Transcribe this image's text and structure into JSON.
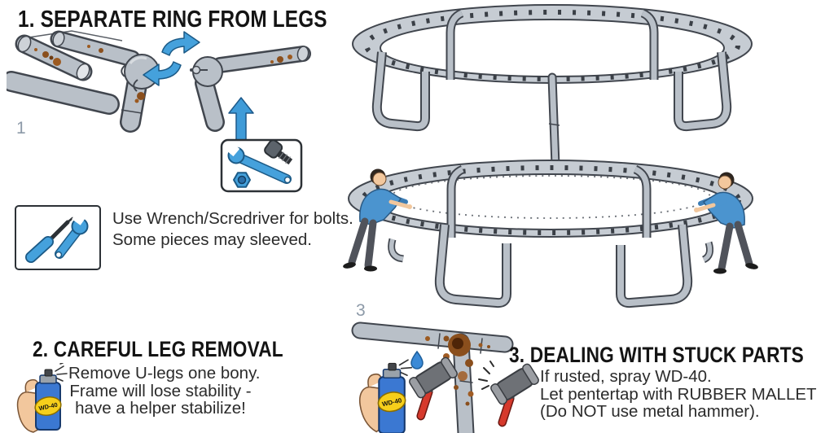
{
  "colors": {
    "accent_blue": "#45a1dc",
    "steel_fill": "#b9c0c8",
    "steel_outline": "#41464e",
    "rust_brown": "#8a4f1d",
    "figure_label_gray": "#8d9aa8",
    "wd40_can_blue": "#3b78d2",
    "wd40_label_yellow": "#f6cf1b",
    "mallet_head_gray": "#6e7176",
    "mallet_handle_red": "#d6392c",
    "shirt_blue": "#4b94cf"
  },
  "step1": {
    "heading": "1. SEPARATE RING FROM LEGS",
    "figure_label": "1",
    "note_line1": "Use Wrench/Scredriver for bolts.",
    "note_line2": "Some pieces may sleeved."
  },
  "step2": {
    "heading": "2. CAREFUL LEG REMOVAL",
    "line1": "Remove U-legs one bony.",
    "line2": "Frame will lose stability -",
    "line3": "have a helper stabilize!",
    "wd40_label": "WD-40"
  },
  "step3": {
    "heading": "3. DEALING WITH STUCK PARTS",
    "figure_label": "3",
    "line1": "If rusted, spray WD-40.",
    "line2": "Let pentertap with RUBBER MALLET",
    "line3": "(Do NOT use metal hammer).",
    "wd40_label": "WD-40"
  }
}
